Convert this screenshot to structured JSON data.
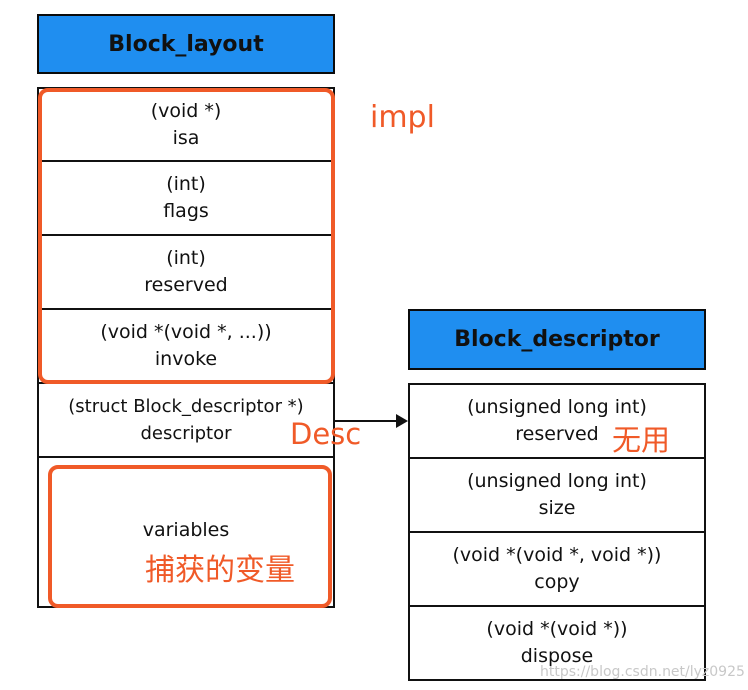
{
  "block_layout": {
    "title": "Block_layout",
    "fields": [
      {
        "type": "(void *)",
        "name": "isa"
      },
      {
        "type": "(int)",
        "name": "flags"
      },
      {
        "type": "(int)",
        "name": "reserved"
      },
      {
        "type": "(void *(void *, ...))",
        "name": "invoke"
      },
      {
        "type": "(struct Block_descriptor *)",
        "name": "descriptor"
      },
      {
        "type": "",
        "name": "variables"
      }
    ]
  },
  "block_descriptor": {
    "title": "Block_descriptor",
    "fields": [
      {
        "type": "(unsigned long int)",
        "name": "reserved"
      },
      {
        "type": "(unsigned long int)",
        "name": "size"
      },
      {
        "type": "(void *(void *, void *))",
        "name": "copy"
      },
      {
        "type": "(void *(void *))",
        "name": "dispose"
      }
    ]
  },
  "annotations": {
    "impl": "impl",
    "desc": "Desc",
    "unused": "无用",
    "captured_vars": "捕获的变量"
  },
  "watermark": "https://blog.csdn.net/lyz0925",
  "colors": {
    "header_blue": "#1f8ef0",
    "annotation_red": "#f05a28",
    "border": "#111111"
  }
}
